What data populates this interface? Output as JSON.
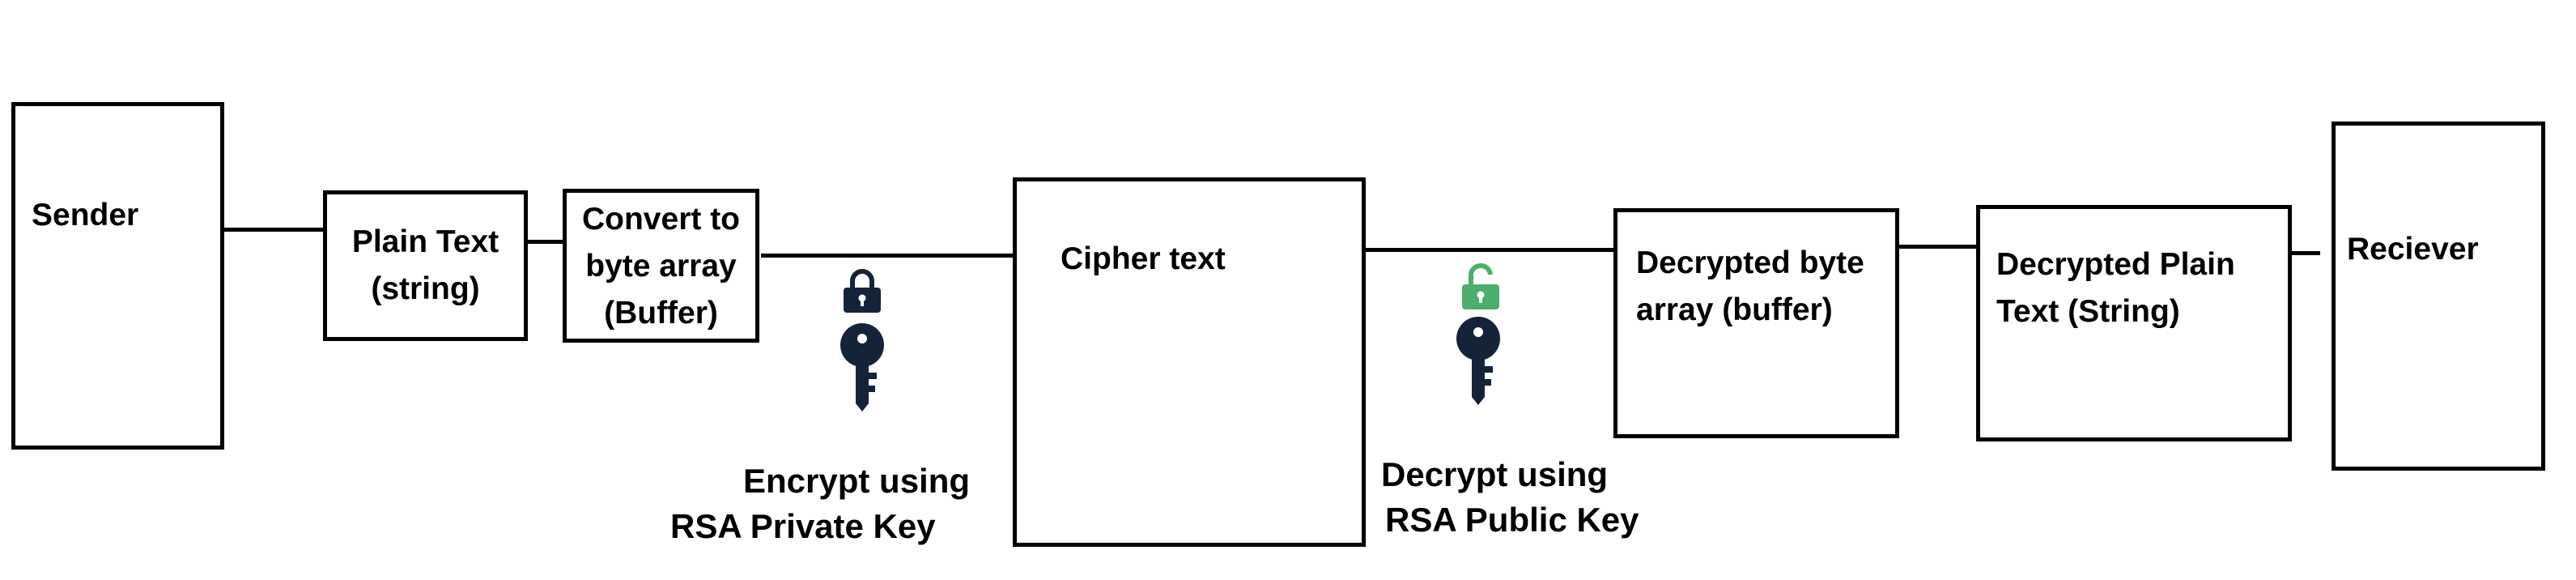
{
  "diagram": {
    "nodes": {
      "sender": "Sender",
      "plain_text": "Plain Text\n(string)",
      "convert": "Convert to\nbyte array\n(Buffer)",
      "cipher_text": "Cipher text",
      "decrypted_bytes": "Decrypted byte\narray (buffer)",
      "decrypted_plain": "Decrypted Plain\nText (String)",
      "receiver": "Reciever"
    },
    "encrypt": {
      "line1": "Encrypt using",
      "line2": "RSA Private Key"
    },
    "decrypt": {
      "line1": "Decrypt using",
      "line2": "RSA Public Key"
    },
    "icons": {
      "encrypt_lock": "closed-padlock-icon",
      "encrypt_key": "key-icon",
      "decrypt_lock": "open-padlock-icon",
      "decrypt_key": "key-icon"
    },
    "colors": {
      "stroke": "#000000",
      "icon_dark": "#15233a",
      "open_lock": "#4caf6d"
    }
  }
}
